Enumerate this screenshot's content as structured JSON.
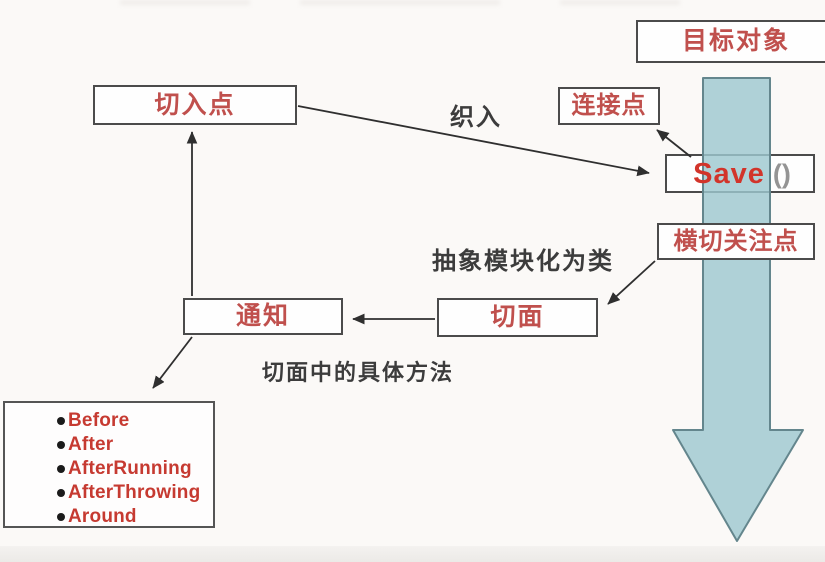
{
  "diagram": {
    "boxes": {
      "target": "目标对象",
      "pointcut": "切入点",
      "joinpoint": "连接点",
      "save": "Save",
      "save_paren": "()",
      "crosscut": "横切关注点",
      "advice": "通知",
      "aspect": "切面"
    },
    "labels": {
      "weaving": "织入",
      "abstract": "抽象模块化为类",
      "methods": "切面中的具体方法"
    },
    "advice_types": [
      "Before",
      "After",
      "AfterRunning",
      "AfterThrowing",
      "Around"
    ],
    "colors": {
      "box_label_red": "#c0504d",
      "save_red": "#d2342a",
      "list_red": "#c63a31",
      "label_black": "#3c3c3c",
      "connector_black": "#2f2f2f",
      "teal_fill": "#9ec8cf",
      "teal_border": "#64868d",
      "box_border": "#4b4b4b"
    }
  }
}
